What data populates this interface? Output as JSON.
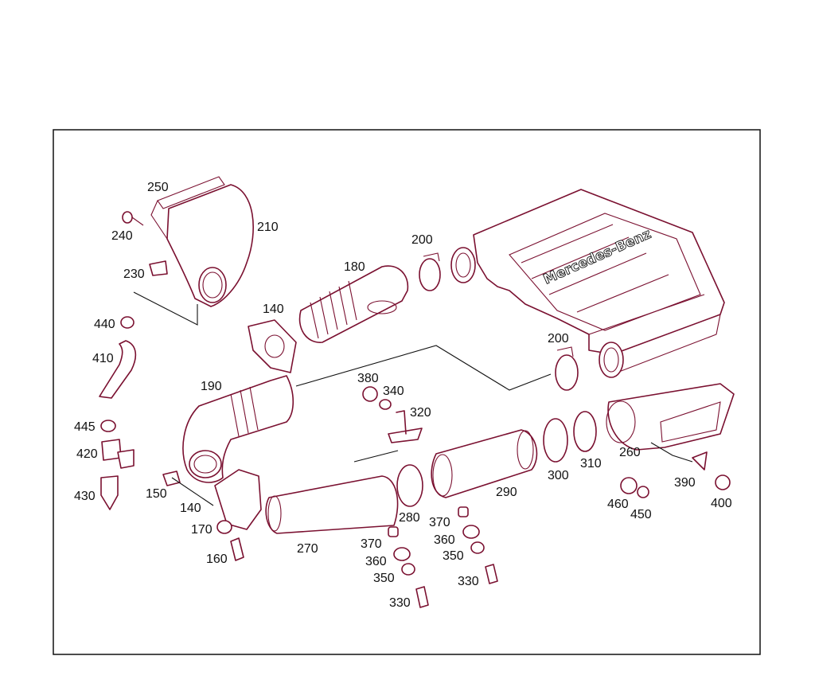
{
  "brand_text": "Mercedes-Benz",
  "colors": {
    "part_stroke": "#7a1030",
    "label": "#111111",
    "background": "#ffffff"
  },
  "labels": {
    "l250": "250",
    "l240": "240",
    "l210": "210",
    "l230": "230",
    "l440": "440",
    "l410": "410",
    "l445": "445",
    "l420": "420",
    "l430": "430",
    "l180": "180",
    "l200a": "200",
    "l140a": "140",
    "l190": "190",
    "l150": "150",
    "l140b": "140",
    "l170": "170",
    "l160": "160",
    "l380": "380",
    "l340": "340",
    "l320": "320",
    "l270": "270",
    "l280": "280",
    "l370a": "370",
    "l360a": "360",
    "l350a": "350",
    "l330a": "330",
    "l370b": "370",
    "l360b": "360",
    "l350b": "350",
    "l330b": "330",
    "l290": "290",
    "l300": "300",
    "l310": "310",
    "l200b": "200",
    "l260": "260",
    "l390": "390",
    "l400": "400",
    "l460": "460",
    "l450": "450"
  }
}
